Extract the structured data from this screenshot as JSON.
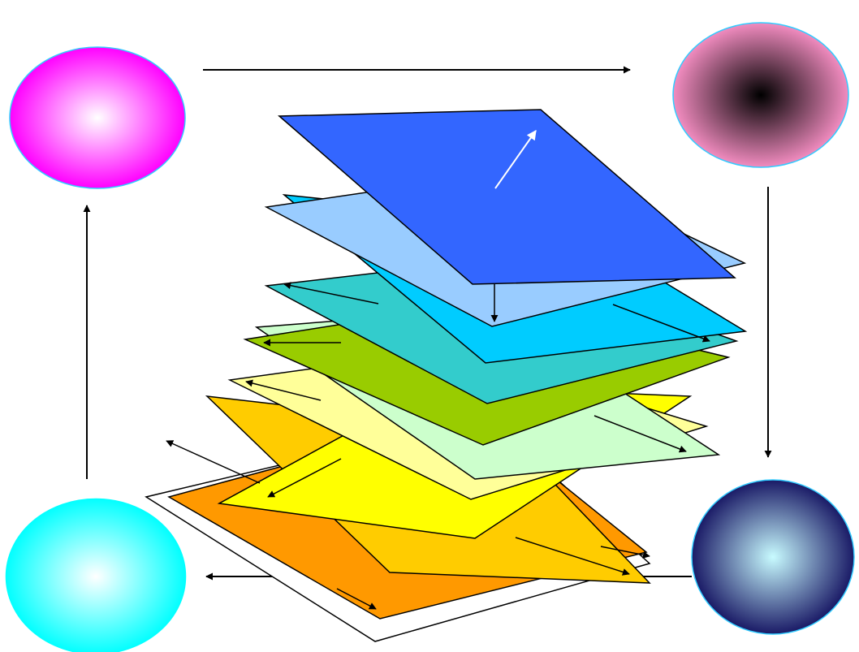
{
  "diagram": {
    "type": "cycle-with-stacked-layers",
    "text": [],
    "corner_circles": [
      {
        "id": "top-left",
        "gradient_center": "#ffffff",
        "gradient_edge": "#ff00ff",
        "outline": "#33ccff"
      },
      {
        "id": "top-right",
        "gradient_center": "#000000",
        "gradient_edge": "#f28cc0",
        "outline": "#33ccff"
      },
      {
        "id": "bottom-right",
        "gradient_center": "#c8fbff",
        "gradient_edge": "#1a1a66",
        "outline": "#33ccff"
      },
      {
        "id": "bottom-left",
        "gradient_center": "#ffffff",
        "gradient_edge": "#00ffff",
        "outline": "#ffffff"
      }
    ],
    "cycle_direction": [
      "top-left",
      "top-right",
      "bottom-right",
      "bottom-left",
      "top-left"
    ],
    "layers": [
      {
        "id": "base-outline",
        "color": "#ffffff"
      },
      {
        "id": "orange",
        "color": "#ff9900"
      },
      {
        "id": "gold",
        "color": "#ffcc00"
      },
      {
        "id": "bright-yellow",
        "color": "#ffff00"
      },
      {
        "id": "pale-yellow",
        "color": "#ffff99"
      },
      {
        "id": "pale-green",
        "color": "#ccffcc"
      },
      {
        "id": "yellow-green",
        "color": "#99cc00"
      },
      {
        "id": "teal",
        "color": "#33cccc"
      },
      {
        "id": "sky-blue",
        "color": "#00ccff"
      },
      {
        "id": "light-blue",
        "color": "#99ccff"
      },
      {
        "id": "royal-blue",
        "color": "#3366ff"
      }
    ]
  }
}
